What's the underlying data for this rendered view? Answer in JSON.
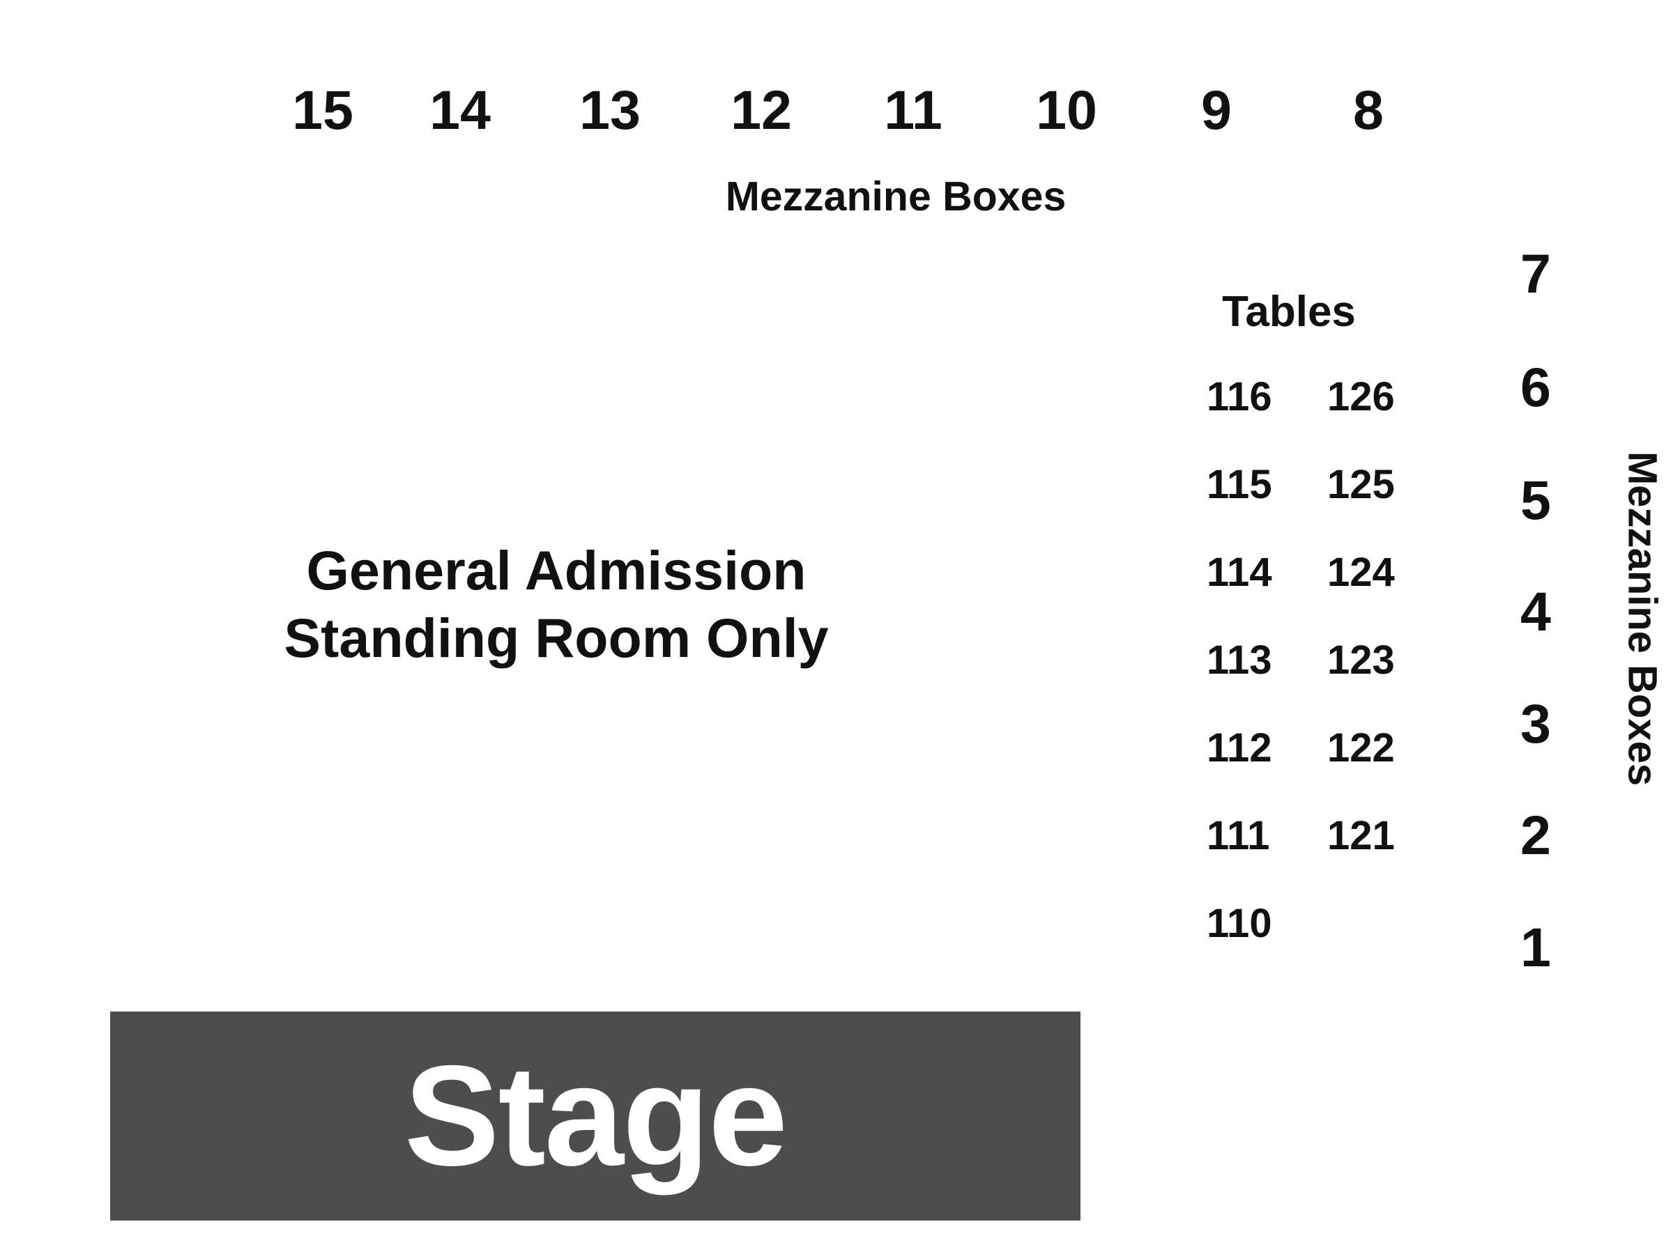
{
  "top_boxes": {
    "label": "Mezzanine Boxes",
    "numbers": [
      "15",
      "14",
      "13",
      "12",
      "11",
      "10",
      "9",
      "8"
    ]
  },
  "right_boxes": {
    "label": "Mezzanine Boxes",
    "numbers": [
      "7",
      "6",
      "5",
      "4",
      "3",
      "2",
      "1"
    ]
  },
  "tables": {
    "label": "Tables",
    "left_column": [
      "116",
      "115",
      "114",
      "113",
      "112",
      "111",
      "110"
    ],
    "right_column": [
      "126",
      "125",
      "124",
      "123",
      "122",
      "121"
    ]
  },
  "general_admission": {
    "line1": "General Admission",
    "line2": "Standing Room Only"
  },
  "stage": {
    "label": "Stage",
    "color": "#4d4d4d"
  }
}
